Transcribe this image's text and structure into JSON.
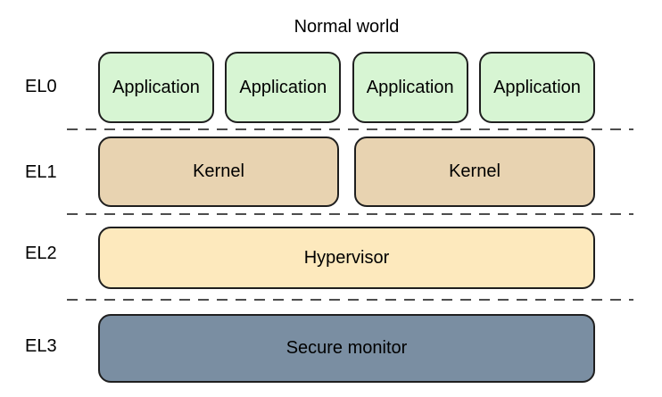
{
  "diagram": {
    "title": "Normal world",
    "rows": [
      {
        "level": "EL0",
        "boxes": [
          "Application",
          "Application",
          "Application",
          "Application"
        ]
      },
      {
        "level": "EL1",
        "boxes": [
          "Kernel",
          "Kernel"
        ]
      },
      {
        "level": "EL2",
        "boxes": [
          "Hypervisor"
        ]
      },
      {
        "level": "EL3",
        "boxes": [
          "Secure monitor"
        ]
      }
    ],
    "colors": {
      "application_fill": "#d7f5d3",
      "kernel_fill": "#e8d3b1",
      "hypervisor_fill": "#fde9bd",
      "secure_monitor_fill": "#7a8ea2",
      "box_border": "#1f1f1f",
      "divider": "#4d4d4d",
      "text": "#000000",
      "background": "#ffffff"
    }
  }
}
